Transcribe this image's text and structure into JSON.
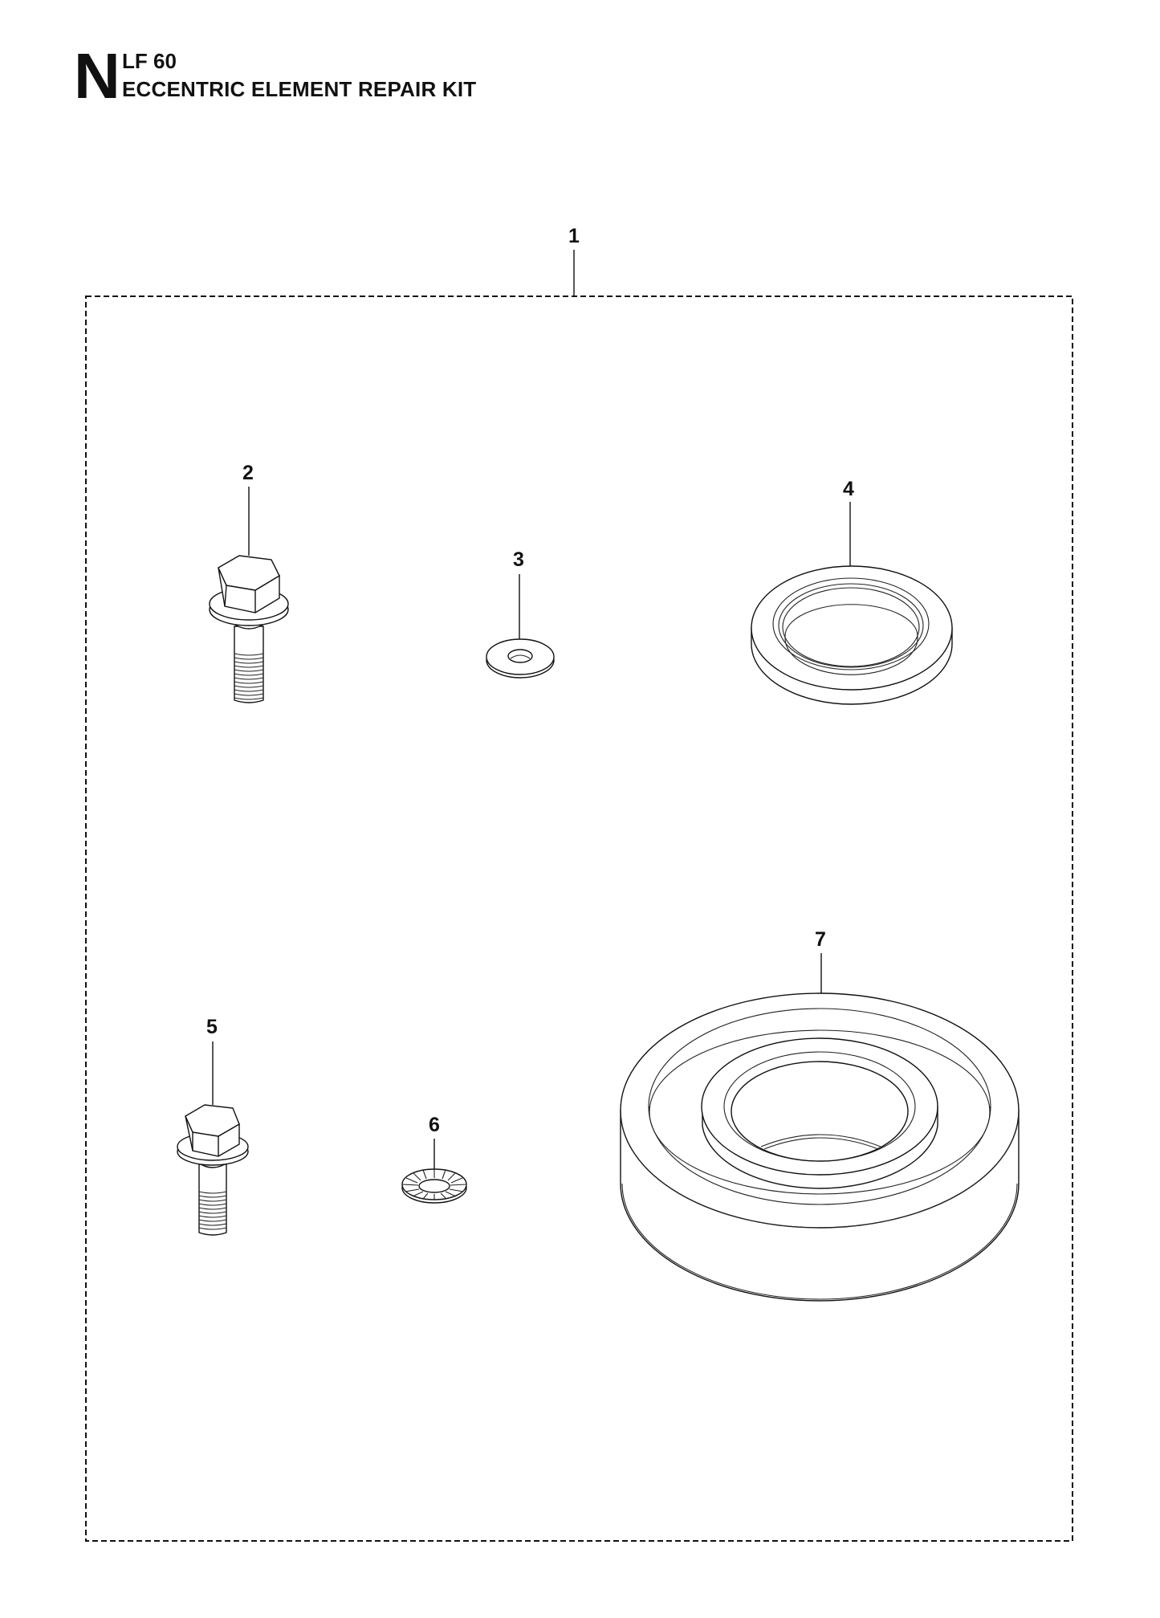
{
  "header": {
    "section_letter": "N",
    "model": "LF 60",
    "title": "ECCENTRIC ELEMENT REPAIR KIT"
  },
  "kit": {
    "callout": "1",
    "label": "repair-kit-boundary"
  },
  "parts": [
    {
      "callout": "2",
      "type": "flange-bolt"
    },
    {
      "callout": "3",
      "type": "flat-washer"
    },
    {
      "callout": "4",
      "type": "seal-ring"
    },
    {
      "callout": "5",
      "type": "flange-bolt"
    },
    {
      "callout": "6",
      "type": "serrated-lock-washer"
    },
    {
      "callout": "7",
      "type": "ball-bearing"
    }
  ],
  "colors": {
    "line": "#111111",
    "background": "#ffffff"
  }
}
